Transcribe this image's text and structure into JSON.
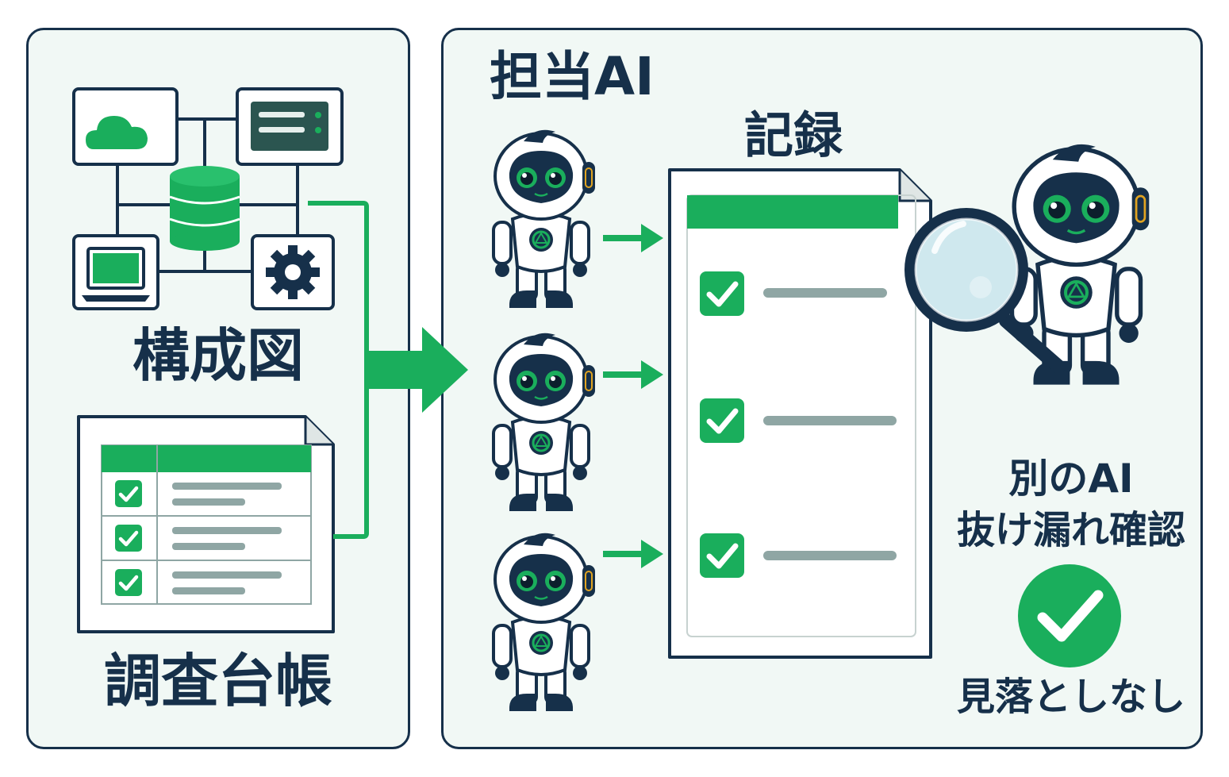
{
  "labels": {
    "config_diagram": "構成図",
    "survey_ledger": "調査台帳",
    "assignee_ai": "担当AI",
    "record": "記録",
    "reviewer_ai": "別のAI",
    "leak_check": "抜け漏れ確認",
    "no_oversight": "見落としなし"
  },
  "colors": {
    "navy": "#16304a",
    "green": "#1aae5c",
    "gray_line": "#8fa6a4",
    "panel_bg": "#f1f8f5",
    "accent_gold": "#e0a321"
  },
  "icons": {
    "cloud": "cloud-icon",
    "server": "server-icon",
    "database": "database-icon",
    "laptop": "laptop-icon",
    "gear": "gear-icon",
    "robot": "robot-icon",
    "magnifier": "magnifying-glass-icon",
    "check": "check-icon"
  },
  "counts": {
    "assignee_robots": 3,
    "record_items": 3,
    "ledger_rows": 3
  }
}
